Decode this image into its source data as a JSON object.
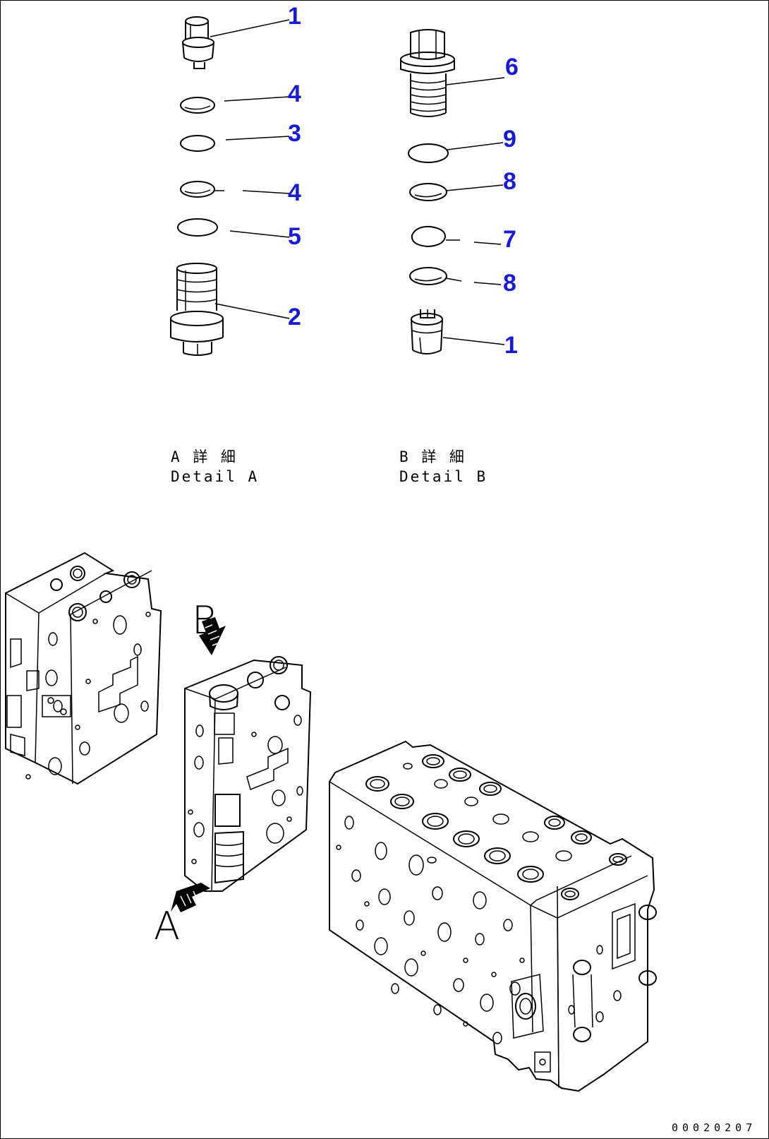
{
  "detail_a": {
    "caption_jp": "A 詳 細",
    "caption_en": "Detail A",
    "callouts": [
      {
        "id": "a1",
        "label": "1"
      },
      {
        "id": "a4top",
        "label": "4"
      },
      {
        "id": "a3",
        "label": "3"
      },
      {
        "id": "a4bot",
        "label": "4"
      },
      {
        "id": "a5",
        "label": "5"
      },
      {
        "id": "a2",
        "label": "2"
      }
    ]
  },
  "detail_b": {
    "caption_jp": "B 詳 細",
    "caption_en": "Detail B",
    "callouts": [
      {
        "id": "b6",
        "label": "6"
      },
      {
        "id": "b9",
        "label": "9"
      },
      {
        "id": "b8top",
        "label": "8"
      },
      {
        "id": "b7",
        "label": "7"
      },
      {
        "id": "b8bot",
        "label": "8"
      },
      {
        "id": "b1",
        "label": "1"
      }
    ]
  },
  "view_letters": {
    "a": "A",
    "b": "B"
  },
  "drawing_number": "00020207",
  "colors": {
    "callout": "#1a1ad6",
    "line": "#000000",
    "background": "#ffffff"
  }
}
